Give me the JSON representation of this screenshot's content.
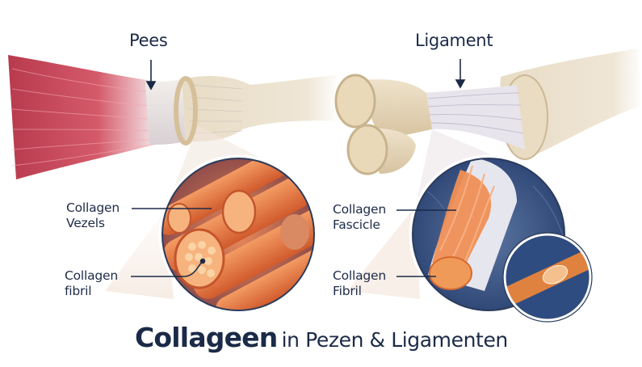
{
  "title": {
    "emphasis": "Collageen",
    "rest": "in Pezen & Ligamenten"
  },
  "left_panel": {
    "heading": "Pees",
    "callouts": [
      {
        "line1": "Collagen",
        "line2": "Vezels"
      },
      {
        "line1": "Collagen",
        "line2": "fibril"
      }
    ]
  },
  "right_panel": {
    "heading": "Ligament",
    "callouts": [
      {
        "line1": "Collagen",
        "line2": "Fascicle"
      },
      {
        "line1": "Collagen",
        "line2": "Fibril"
      }
    ]
  },
  "colors": {
    "text": "#1b2a47",
    "muscle": "#c94a5a",
    "tendon": "#e9e3df",
    "bone": "#e3d2b3",
    "fiber": "#e9773e",
    "ligament_bg": "#3c5785"
  }
}
